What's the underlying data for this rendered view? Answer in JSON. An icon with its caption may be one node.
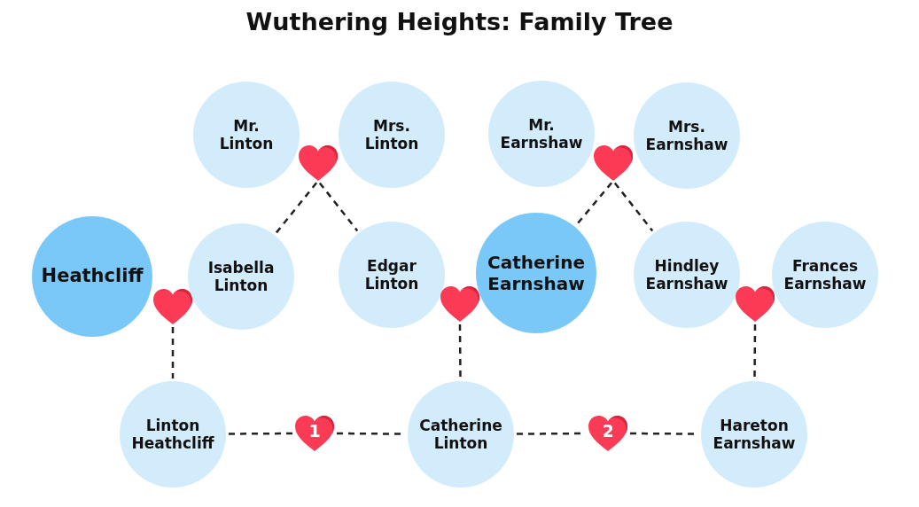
{
  "diagram": {
    "title": "Wuthering Heights: Family Tree",
    "nodes": [
      {
        "text": [
          "Mr. Linton"
        ]
      },
      {
        "text": [],
        "shape": "heart"
      },
      {
        "text": [
          "Mrs. Linton"
        ]
      },
      {
        "text": [
          "Mr. Earnshaw"
        ]
      },
      {
        "text": [],
        "shape": "heart"
      },
      {
        "text": [
          "Mrs. Earnshaw"
        ]
      },
      {
        "text": [
          "Heathcliff"
        ]
      },
      {
        "text": [],
        "shape": "heart"
      },
      {
        "text": [
          "Isabella Linton"
        ]
      },
      {
        "text": [
          "Edgar Linton"
        ]
      },
      {
        "text": [],
        "shape": "heart"
      },
      {
        "text": [
          "Catherine Earnshaw"
        ]
      },
      {
        "text": [
          "Hindley Earnshaw"
        ]
      },
      {
        "text": [],
        "shape": "heart"
      },
      {
        "text": [
          "Frances Earnshaw"
        ]
      },
      {
        "text": [
          "Linton Heathcliff"
        ]
      },
      {
        "text": [
          "1"
        ]
      },
      {
        "text": [
          "Catherine Linton"
        ]
      },
      {
        "text": [
          "2"
        ]
      },
      {
        "text": [
          "Hareton Earnshaw"
        ]
      }
    ],
    "edges": [
      {
        "from": 1,
        "to": 8,
        "arrow": "none",
        "style": "dashed"
      },
      {
        "from": 1,
        "to": 9,
        "arrow": "none",
        "style": "dashed"
      },
      {
        "from": 4,
        "to": 11,
        "arrow": "none",
        "style": "dashed"
      },
      {
        "from": 4,
        "to": 12,
        "arrow": "none",
        "style": "dashed"
      },
      {
        "from": 7,
        "to": 15,
        "arrow": "none",
        "style": "dashed"
      },
      {
        "from": 10,
        "to": 17,
        "arrow": "none",
        "style": "dashed"
      },
      {
        "from": 13,
        "to": 19,
        "arrow": "none",
        "style": "dashed"
      },
      {
        "from": 15,
        "to": 16,
        "arrow": "none",
        "style": "dashed"
      },
      {
        "from": 16,
        "to": 17,
        "arrow": "none",
        "style": "dashed"
      },
      {
        "from": 17,
        "to": 18,
        "arrow": "none",
        "style": "dashed"
      },
      {
        "from": 18,
        "to": 19,
        "arrow": "none",
        "style": "dashed"
      }
    ]
  }
}
